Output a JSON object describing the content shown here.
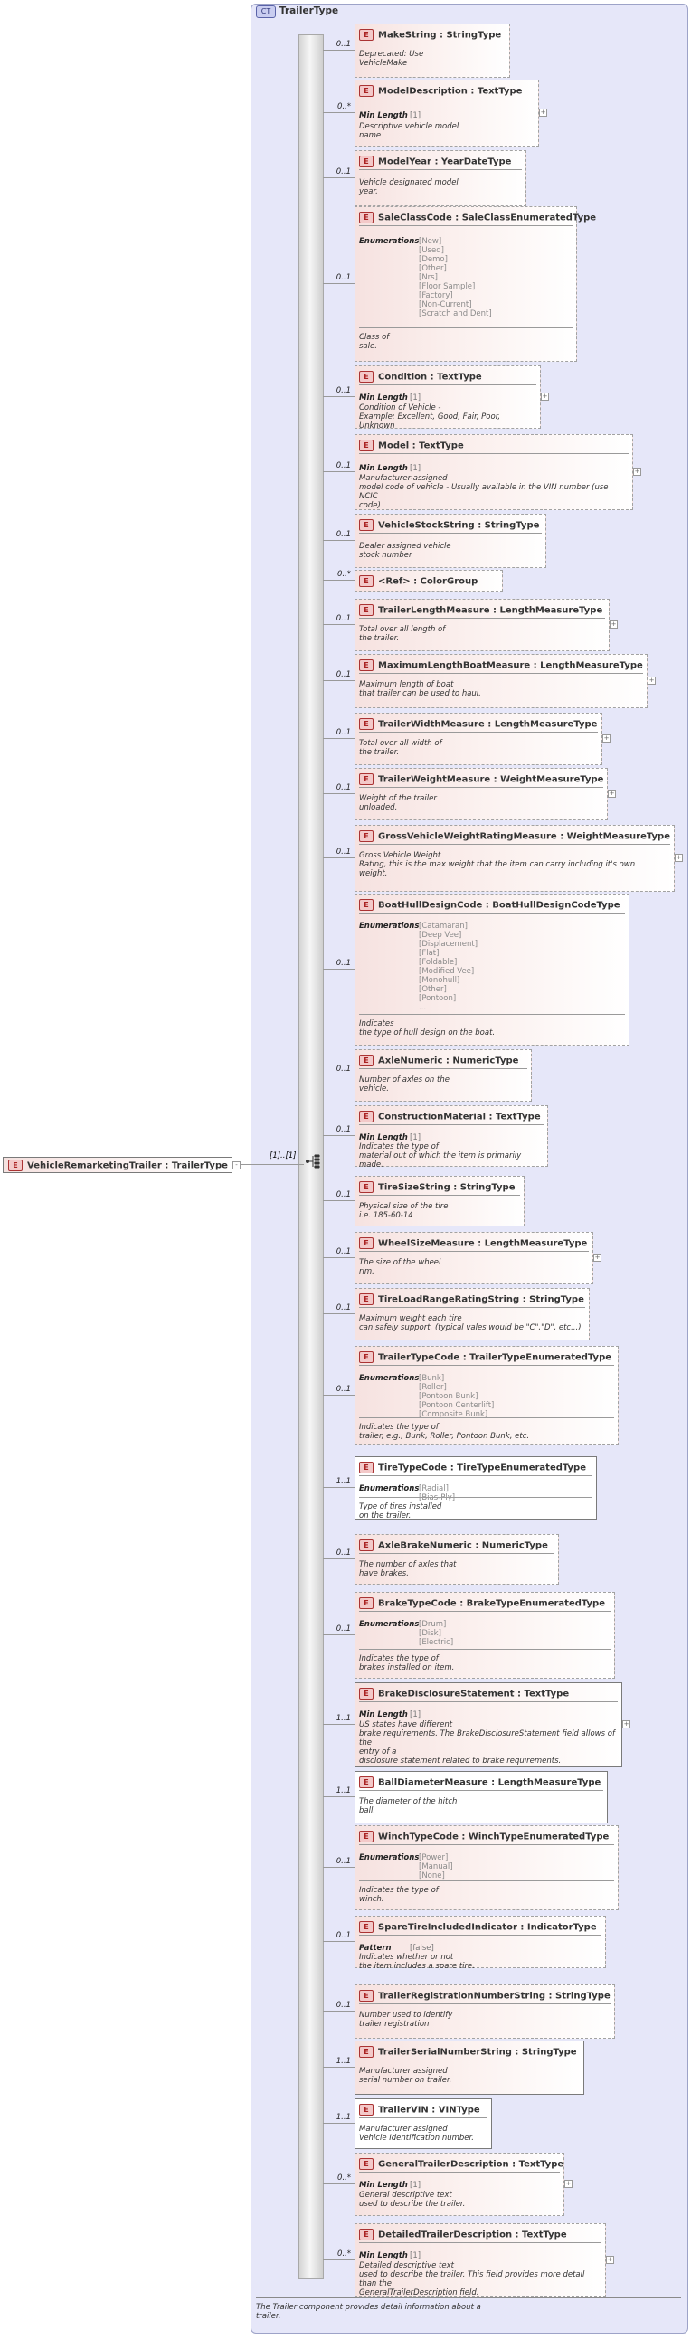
{
  "complex_type": {
    "badge": "CT",
    "name": "TrailerType",
    "documentation": "The Trailer component provides detail information about a\ntrailer."
  },
  "root": {
    "badge": "E",
    "label": "VehicleRemarketingTrailer : TrailerType",
    "cardinality": "[1]..[1]"
  },
  "elements": [
    {
      "name": "MakeString : StringType",
      "card": "0..1",
      "doc": "Deprecated: Use\nVehicleMake"
    },
    {
      "name": "ModelDescription : TextType",
      "card": "0..*",
      "facet": "Min Length",
      "facet_val": "[1]",
      "doc": "Descriptive vehicle model\nname"
    },
    {
      "name": "ModelYear : YearDateType",
      "card": "0..1",
      "doc": "Vehicle designated model\nyear."
    },
    {
      "name": "SaleClassCode : SaleClassEnumeratedType",
      "card": "0..1",
      "enum_label": "Enumerations",
      "enums": "[New]\n[Used]\n[Demo]\n[Other]\n[Nrs]\n[Floor Sample]\n[Factory]\n[Non-Current]\n[Scratch and Dent]",
      "doc": "Class of\nsale."
    },
    {
      "name": "Condition : TextType",
      "card": "0..1",
      "facet": "Min Length",
      "facet_val": "[1]",
      "doc": "Condition of Vehicle -\nExample: Excellent, Good, Fair, Poor, Unknown"
    },
    {
      "name": "Model     : TextType",
      "card": "0..1",
      "facet": "Min Length",
      "facet_val": "[1]",
      "doc": "Manufacturer-assigned\n   model code of vehicle - Usually available in the VIN number (use NCIC\ncode)"
    },
    {
      "name": "VehicleStockString : StringType",
      "card": "0..1",
      "doc": "Dealer assigned vehicle\nstock number"
    },
    {
      "name": "<Ref>     : ColorGroup",
      "card": "0..*"
    },
    {
      "name": "TrailerLengthMeasure : LengthMeasureType",
      "card": "0..1",
      "doc": "Total over all length of\nthe trailer."
    },
    {
      "name": "MaximumLengthBoatMeasure : LengthMeasureType",
      "card": "0..1",
      "doc": "Maximum length of boat\nthat trailer can be used to haul."
    },
    {
      "name": "TrailerWidthMeasure : LengthMeasureType",
      "card": "0..1",
      "doc": "Total over all width of\nthe trailer."
    },
    {
      "name": "TrailerWeightMeasure : WeightMeasureType",
      "card": "0..1",
      "doc": "Weight of the trailer\nunloaded."
    },
    {
      "name": "GrossVehicleWeightRatingMeasure : WeightMeasureType",
      "card": "0..1",
      "doc": "Gross Vehicle Weight\n   Rating, this is the max weight that the item can carry including it's own\nweight."
    },
    {
      "name": "BoatHullDesignCode : BoatHullDesignCodeType",
      "card": "0..1",
      "enum_label": "Enumerations",
      "enums": "[Catamaran]\n[Deep Vee]\n[Displacement]\n[Flat]\n[Foldable]\n[Modified Vee]\n[Monohull]\n[Other]\n[Pontoon]\n...",
      "doc": "Indicates\nthe type of hull design on the boat."
    },
    {
      "name": "AxleNumeric : NumericType",
      "card": "0..1",
      "doc": "Number of axles on the\nvehicle."
    },
    {
      "name": "ConstructionMaterial : TextType",
      "card": "0..1",
      "facet": "Min Length",
      "facet_val": "[1]",
      "doc": "Indicates the type of\nmaterial out of which the item is primarily made."
    },
    {
      "name": "TireSizeString : StringType",
      "card": "0..1",
      "doc": "Physical size of the tire\ni.e. 185-60-14"
    },
    {
      "name": "WheelSizeMeasure : LengthMeasureType",
      "card": "0..1",
      "doc": "The size of the wheel\nrim."
    },
    {
      "name": "TireLoadRangeRatingString : StringType",
      "card": "0..1",
      "doc": "Maximum weight each tire\ncan safely support, (typical vales would be \"C\",\"D\", etc...)"
    },
    {
      "name": "TrailerTypeCode : TrailerTypeEnumeratedType",
      "card": "0..1",
      "enum_label": "Enumerations",
      "enums": "[Bunk]\n[Roller]\n[Pontoon Bunk]\n[Pontoon Centerlift]\n[Composite Bunk]",
      "doc": "Indicates the type of\ntrailer, e.g., Bunk, Roller, Pontoon Bunk, etc."
    },
    {
      "name": "TireTypeCode : TireTypeEnumeratedType",
      "card": "1..1",
      "enum_label": "Enumerations",
      "enums": "[Radial]\n[Bias-Ply]",
      "doc": "Type of tires installed\non the trailer."
    },
    {
      "name": "AxleBrakeNumeric : NumericType",
      "card": "0..1",
      "doc": "The number of axles that\nhave brakes."
    },
    {
      "name": "BrakeTypeCode : BrakeTypeEnumeratedType",
      "card": "0..1",
      "enum_label": "Enumerations",
      "enums": "[Drum]\n[Disk]\n[Electric]",
      "doc": "Indicates the type of\nbrakes installed on item."
    },
    {
      "name": "BrakeDisclosureStatement : TextType",
      "card": "1..1",
      "facet": "Min Length",
      "facet_val": "[1]",
      "doc": "US states have different\nbrake requirements. The BrakeDisclosureStatement field allows of the\nentry of a\ndisclosure statement related to brake requirements."
    },
    {
      "name": "BallDiameterMeasure : LengthMeasureType",
      "card": "1..1",
      "doc": "The diameter of the hitch\nball."
    },
    {
      "name": "WinchTypeCode : WinchTypeEnumeratedType",
      "card": "0..1",
      "enum_label": "Enumerations",
      "enums": "[Power]\n[Manual]\n[None]",
      "doc": "Indicates the type of\nwinch."
    },
    {
      "name": "SpareTireIncludedIndicator : IndicatorType",
      "card": "0..1",
      "facet": "Pattern",
      "facet_val": "[false]",
      "doc": "Indicates whether or not\nthe item includes a spare tire."
    },
    {
      "name": "TrailerRegistrationNumberString : StringType",
      "card": "0..1",
      "doc": "Number used to identify\ntrailer registration"
    },
    {
      "name": "TrailerSerialNumberString : StringType",
      "card": "1..1",
      "doc": "Manufacturer assigned\nserial number on trailer."
    },
    {
      "name": "TrailerVIN : VINType",
      "card": "1..1",
      "doc": "Manufacturer assigned\nVehicle Identification number."
    },
    {
      "name": "GeneralTrailerDescription : TextType",
      "card": "0..*",
      "facet": "Min Length",
      "facet_val": "[1]",
      "doc": "General descriptive text\nused to describe the trailer."
    },
    {
      "name": "DetailedTrailerDescription : TextType",
      "card": "0..*",
      "facet": "Min Length",
      "facet_val": "[1]",
      "doc": "Detailed descriptive text\nused to describe the trailer. This field provides more detail than the\nGeneralTrailerDescription field."
    }
  ]
}
